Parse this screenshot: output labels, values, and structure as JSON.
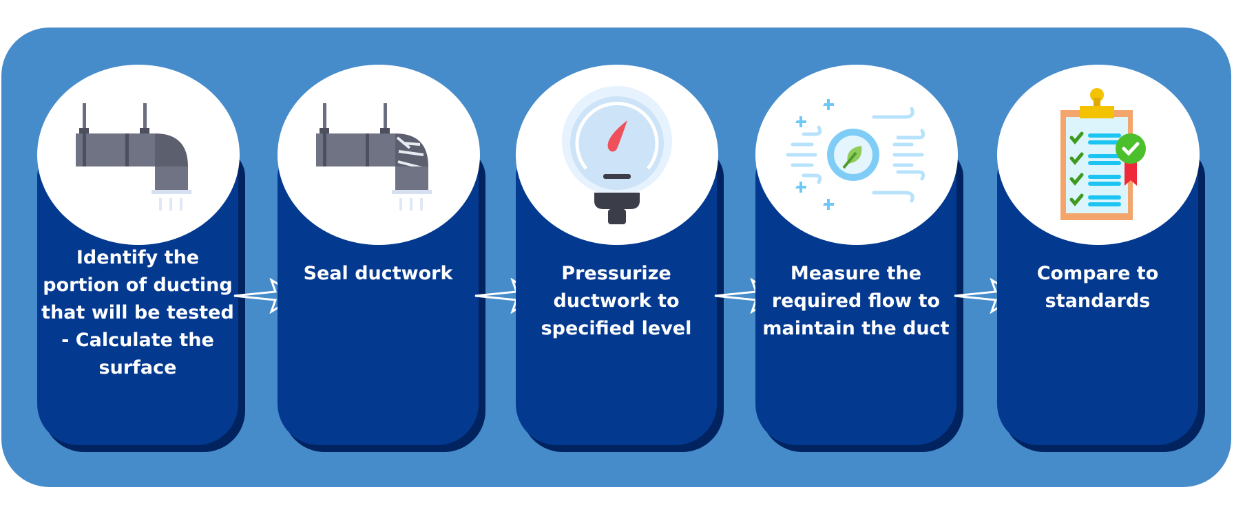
{
  "steps": [
    {
      "label": "Identify the portion of ducting that will be tested - Calculate the surface",
      "icon": "duct-icon"
    },
    {
      "label": "Seal ductwork",
      "icon": "sealed-duct-icon"
    },
    {
      "label": "Pressurize ductwork to specified level",
      "icon": "pressure-gauge-icon"
    },
    {
      "label": "Measure the required flow to maintain the duct",
      "icon": "airflow-leaf-icon"
    },
    {
      "label": "Compare to standards",
      "icon": "clipboard-checklist-icon"
    }
  ],
  "colors": {
    "panel": "#468bca",
    "card": "#043990",
    "card_shadow": "#01235f",
    "text": "#ffffff"
  }
}
